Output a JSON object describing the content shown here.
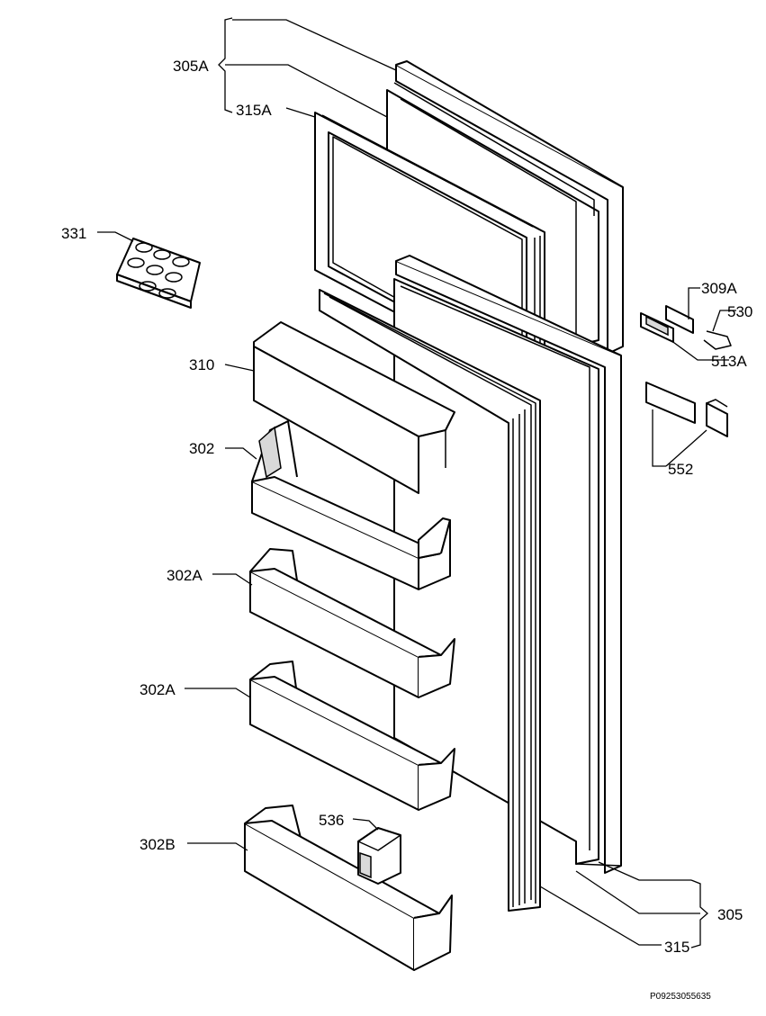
{
  "diagram": {
    "labels": [
      {
        "id": "305a",
        "text": "305A"
      },
      {
        "id": "315a",
        "text": "315A"
      },
      {
        "id": "331",
        "text": "331"
      },
      {
        "id": "310",
        "text": "310"
      },
      {
        "id": "302",
        "text": "302"
      },
      {
        "id": "302a1",
        "text": "302A"
      },
      {
        "id": "302a2",
        "text": "302A"
      },
      {
        "id": "302b",
        "text": "302B"
      },
      {
        "id": "536",
        "text": "536"
      },
      {
        "id": "309a",
        "text": "309A"
      },
      {
        "id": "530",
        "text": "530"
      },
      {
        "id": "513a",
        "text": "513A"
      },
      {
        "id": "552",
        "text": "552"
      },
      {
        "id": "305",
        "text": "305"
      },
      {
        "id": "315",
        "text": "315"
      }
    ],
    "reference_code": "P09253055635"
  }
}
